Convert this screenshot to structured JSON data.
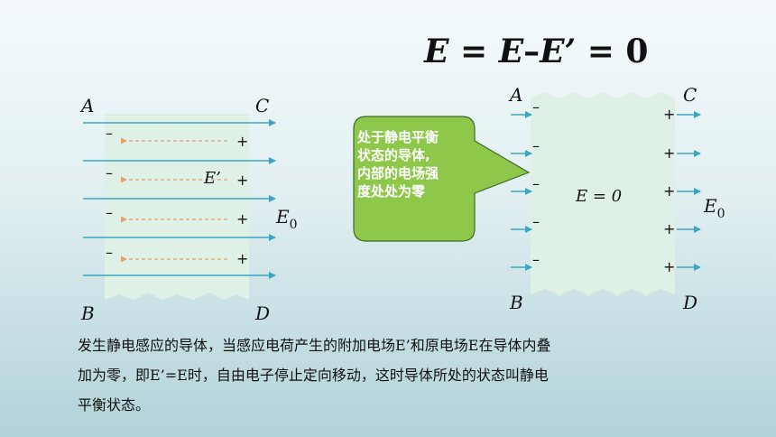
{
  "formula": {
    "E1": "E",
    "eq1": "=",
    "E2": "E",
    "minus": "–",
    "E3": "E’",
    "eq2": "=",
    "zero": "0"
  },
  "left_diagram": {
    "corners": {
      "A": "A",
      "B": "B",
      "C": "C",
      "D": "D"
    },
    "induced_field_label": "E’",
    "external_field_label": "E",
    "external_field_subscript": "0",
    "neg_sign": "–",
    "pos_sign": "+",
    "charge_rows": 4,
    "field_line_count": 5
  },
  "right_diagram": {
    "corners": {
      "A": "A",
      "B": "B",
      "C": "C",
      "D": "D"
    },
    "inside_label": "E = 0",
    "external_field_label": "E",
    "external_field_subscript": "0",
    "neg_sign": "–",
    "pos_sign": "+",
    "charge_rows": 5
  },
  "callout": {
    "lines": [
      "处于静电平衡",
      "状态的导体,",
      "内部的电场强",
      "度处处为零"
    ],
    "fill_color": "#8ec84a",
    "text_color": "#ffffff"
  },
  "paragraph": {
    "lines": [
      "发生静电感应的导体，当感应电荷产生的附加电场E’和原电场E在导体内叠",
      "加为零，即E’=E时，自由电子停止定向移动，这时导体所处的状态叫静电",
      "平衡状态。"
    ]
  },
  "colors": {
    "field_line": "#3aa7c2",
    "conductor": "#dff0e6",
    "induced_arrow": "#e3a06a"
  }
}
